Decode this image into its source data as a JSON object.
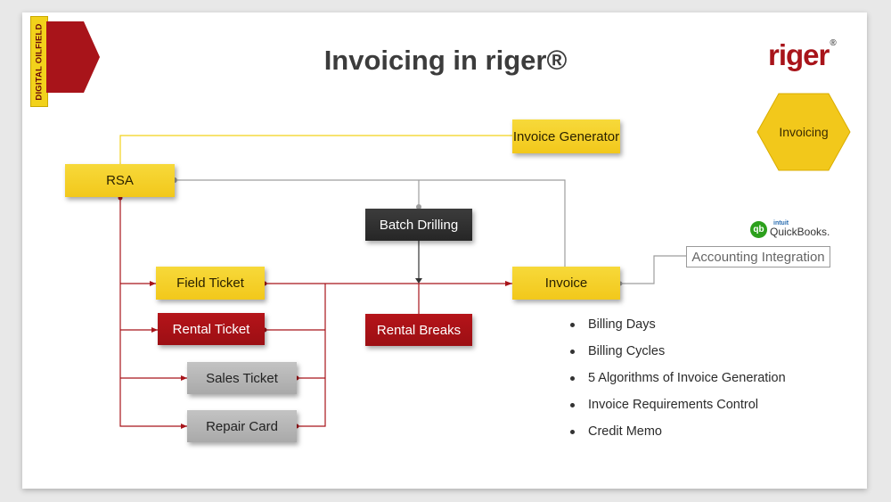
{
  "tag": {
    "label": "DIGITAL OILFIELD"
  },
  "title": "Invoicing in riger®",
  "logo": {
    "text": "riger",
    "reg": "®"
  },
  "hexagon": {
    "label": "Invoicing"
  },
  "nodes": {
    "invoice_generator": "Invoice Generator",
    "rsa": "RSA",
    "batch_drilling": "Batch Drilling",
    "invoice": "Invoice",
    "field_ticket": "Field Ticket",
    "rental_ticket": "Rental Ticket",
    "rental_breaks": "Rental Breaks",
    "sales_ticket": "Sales Ticket",
    "repair_card": "Repair Card",
    "accounting_integration": "Accounting Integration"
  },
  "quickbooks": {
    "icon": "qb",
    "intuit": "intuit",
    "name": "QuickBooks."
  },
  "features": [
    "Billing Days",
    "Billing Cycles",
    "5 Algorithms of Invoice Generation",
    "Invoice Requirements Control",
    "Credit Memo"
  ],
  "colors": {
    "yellow": "#f2c81b",
    "red": "#a8141a",
    "dark": "#2e2e2e",
    "gray": "#b3b3b3"
  }
}
